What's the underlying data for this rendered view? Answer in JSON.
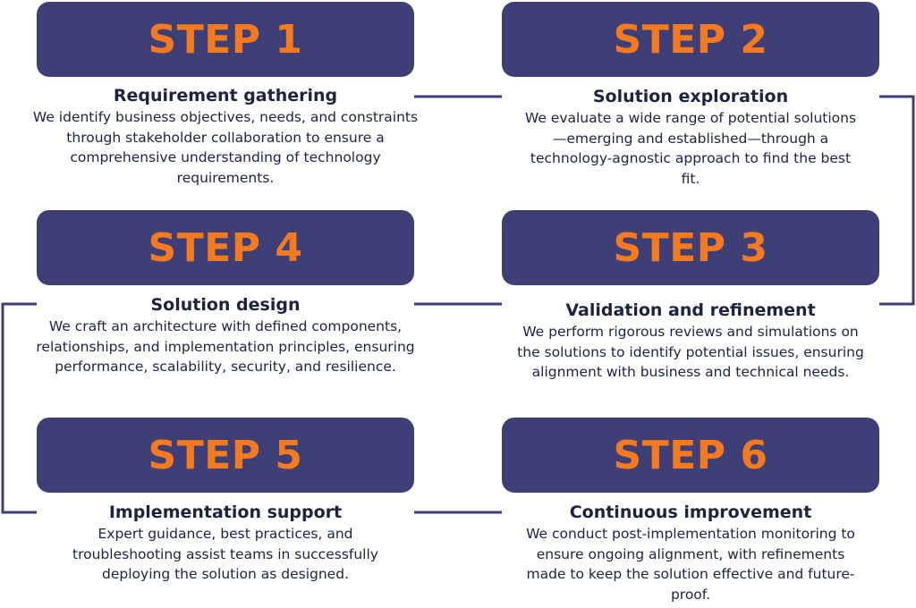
{
  "colors": {
    "box_fill": "#3f3f78",
    "step_label": "#f47a20",
    "text": "#1c2440",
    "connector": "#3f3f78"
  },
  "steps": [
    {
      "label": "STEP 1",
      "title": "Requirement gathering",
      "description": "We identify business objectives, needs, and constraints through stakeholder collaboration to ensure a comprehensive understanding of technology requirements."
    },
    {
      "label": "STEP 2",
      "title": "Solution exploration",
      "description": "We evaluate a wide range of potential solutions—emerging and established—through a technology-agnostic approach to find the best fit."
    },
    {
      "label": "STEP 3",
      "title": "Validation and refinement",
      "description": "We perform rigorous reviews and simulations on the solutions to identify potential issues, ensuring alignment with business and technical needs."
    },
    {
      "label": "STEP 4",
      "title": "Solution design",
      "description": "We craft an architecture with defined components, relationships, and implementation principles, ensuring performance, scalability, security, and resilience."
    },
    {
      "label": "STEP 5",
      "title": "Implementation support",
      "description": "Expert guidance, best practices, and troubleshooting assist teams in successfully deploying the solution as designed."
    },
    {
      "label": "STEP 6",
      "title": "Continuous improvement",
      "description": "We conduct post-implementation monitoring to ensure ongoing alignment, with refinements made to keep the solution effective and future-proof."
    }
  ]
}
